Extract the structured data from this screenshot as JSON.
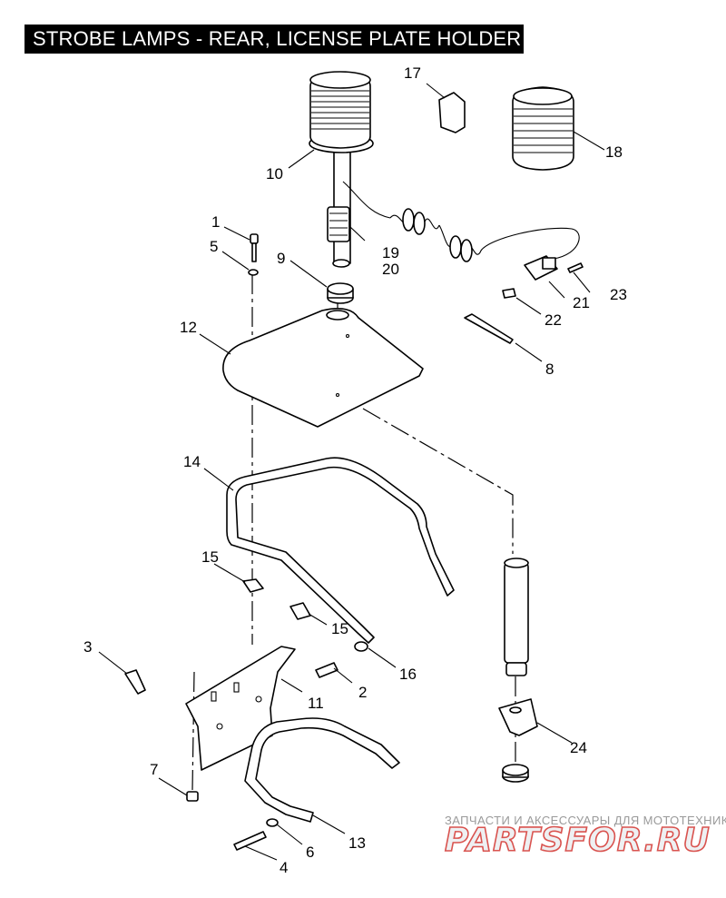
{
  "title": "STROBE LAMPS - REAR,  LICENSE PLATE HOLDER",
  "callouts": {
    "c1": "1",
    "c2": "2",
    "c3": "3",
    "c4": "4",
    "c5": "5",
    "c6": "6",
    "c7": "7",
    "c8": "8",
    "c9": "9",
    "c10": "10",
    "c11": "11",
    "c12": "12",
    "c13": "13",
    "c14": "14",
    "c15a": "15",
    "c15b": "15",
    "c16": "16",
    "c17": "17",
    "c18": "18",
    "c19": "19",
    "c20": "20",
    "c21": "21",
    "c22": "22",
    "c23": "23",
    "c24": "24"
  },
  "watermark": {
    "tagline": "ЗАПЧАСТИ И АКСЕССУАРЫ ДЛЯ МОТОТЕХНИКИ",
    "logo": "PARTSFOR.RU"
  }
}
